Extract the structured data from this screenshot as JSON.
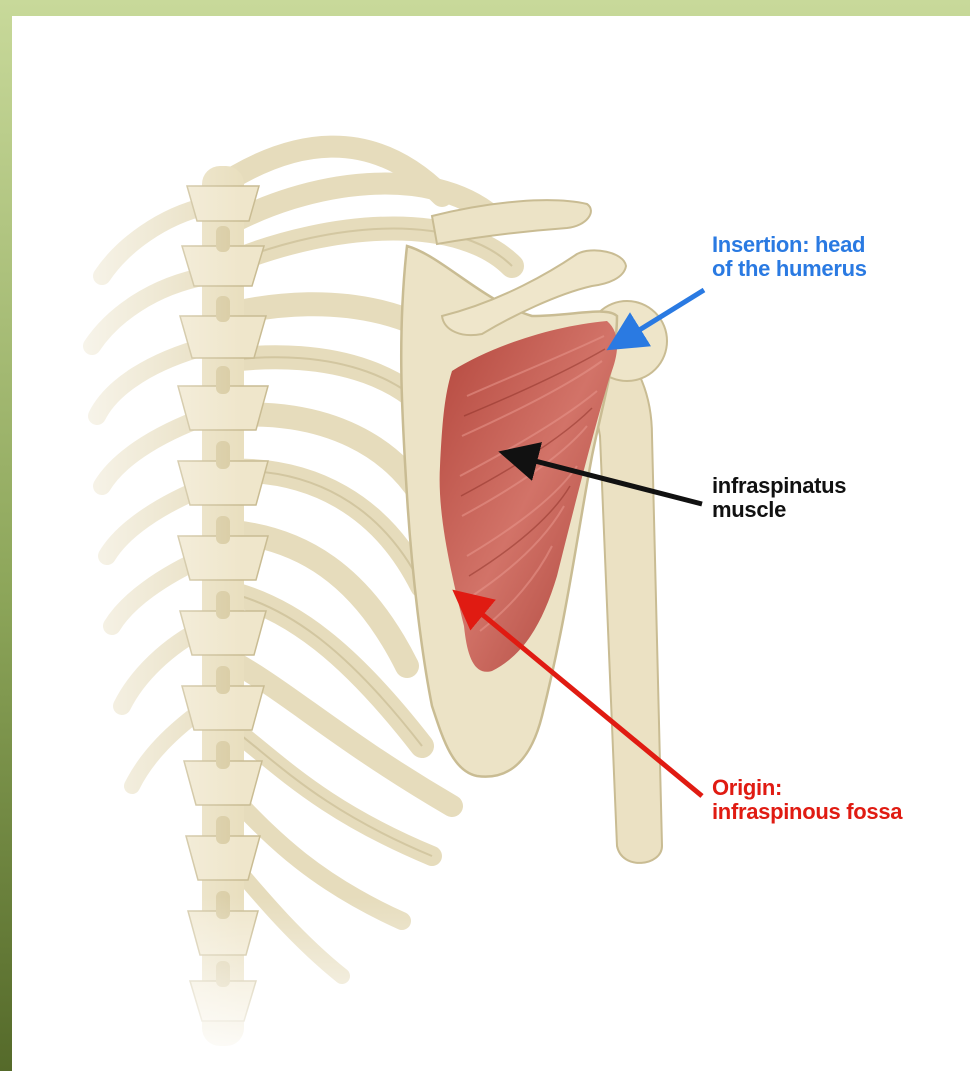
{
  "labels": {
    "insertion": {
      "line1": "Insertion: head",
      "line2": "of the humerus",
      "color": "#2a7ae2"
    },
    "muscle": {
      "line1": "infraspinatus",
      "line2": "muscle",
      "color": "#111111"
    },
    "origin": {
      "line1": "Origin:",
      "line2": "infraspinous fossa",
      "color": "#e01b12"
    }
  },
  "colors": {
    "frame_green": "#8da65a",
    "bone": "#ece3c6",
    "bone_shadow": "#c9bc93",
    "muscle": "#c0564a"
  }
}
